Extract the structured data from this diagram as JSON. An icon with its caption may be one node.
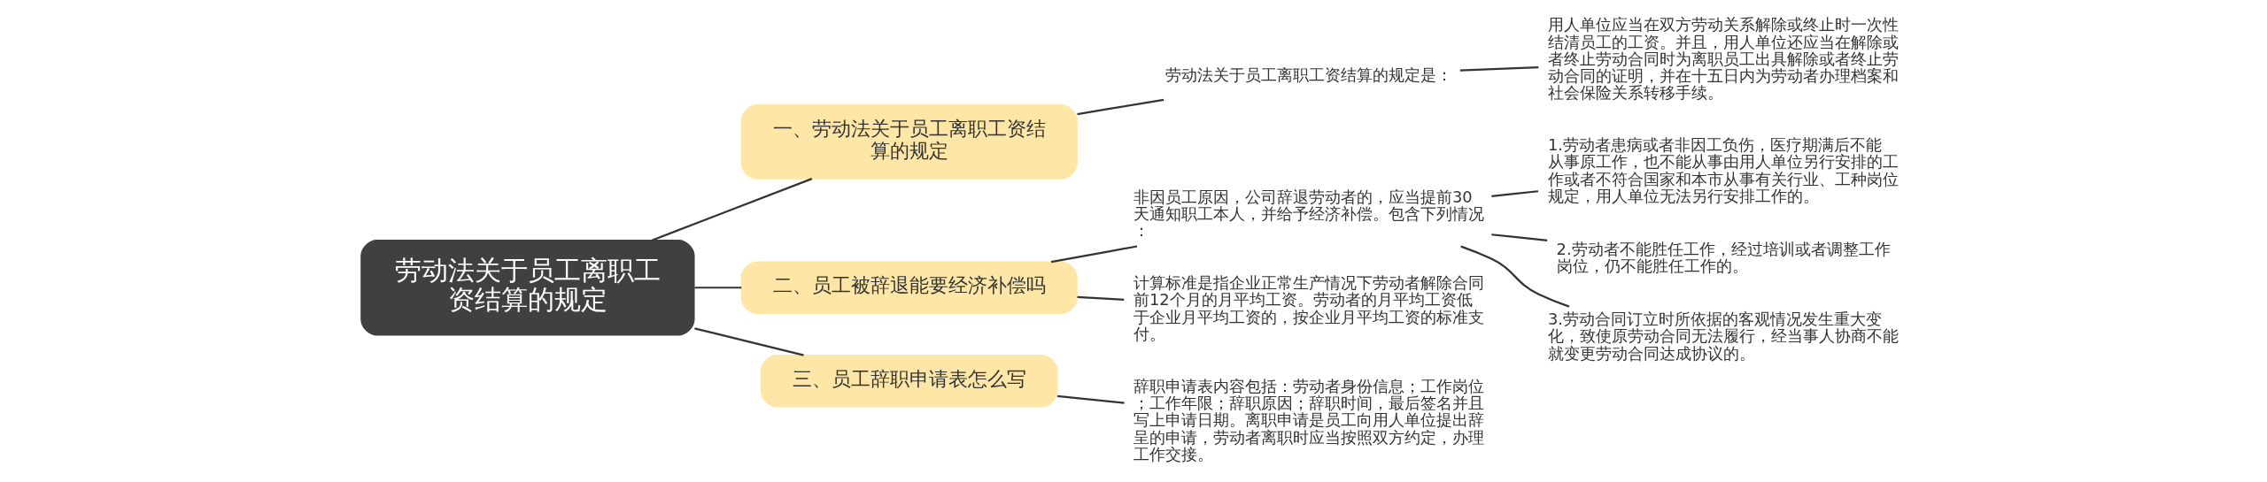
{
  "diagram": {
    "nodes": [
      {
        "text": [
          "劳动法关于员工离职工资结算的规定"
        ]
      },
      {
        "text": [
          "一、劳动法关于员工离职工资结算的规定"
        ]
      },
      {
        "text": [
          "劳动法关于员工离职工资结算的规定是："
        ]
      },
      {
        "text": [
          "用人单位应当在双方劳动关系解除或终止时一次性结清员工的工资。并且，用人单位还应当在解除或者终止劳动合同时为离职员工出具解除或者终止劳动合同的证明，并在十五日内为劳动者办理档案和社会保险关系转移手续。"
        ]
      },
      {
        "text": [
          "二、员工被辞退能要经济补偿吗"
        ]
      },
      {
        "text": [
          "非因员工原因，公司辞退劳动者的，应当提前30天通知职工本人，并给予经济补偿。包含下列情况："
        ]
      },
      {
        "text": [
          "1.劳动者患病或者非因工负伤，医疗期满后不能从事原工作，也不能从事由用人单位另行安排的工作或者不符合国家和本市从事有关行业、工种岗位规定，用人单位无法另行安排工作的。"
        ]
      },
      {
        "text": [
          "2.劳动者不能胜任工作，经过培训或者调整工作岗位，仍不能胜任工作的。"
        ]
      },
      {
        "text": [
          "3.劳动合同订立时所依据的客观情况发生重大变化，致使原劳动合同无法履行，经当事人协商不能就变更劳动合同达成协议的。"
        ]
      },
      {
        "text": [
          "计算标准是指企业正常生产情况下劳动者解除合同前12个月的月平均工资。劳动者的月平均工资低于企业月平均工资的，按企业月平均工资的标准支付。"
        ]
      },
      {
        "text": [
          "三、员工辞职申请表怎么写"
        ]
      },
      {
        "text": [
          "辞职申请表内容包括：劳动者身份信息；工作岗位；工作年限；辞职原因；辞职时间，最后签名并且写上申请日期。离职申请是员工向用人单位提出辞呈的申请，劳动者离职时应当按照双方约定，办理工作交接。"
        ]
      }
    ],
    "edges": [
      {
        "from": 0,
        "to": 1,
        "arrow": "none"
      },
      {
        "from": 1,
        "to": 2,
        "arrow": "none"
      },
      {
        "from": 2,
        "to": 3,
        "arrow": "none"
      },
      {
        "from": 0,
        "to": 4,
        "arrow": "none"
      },
      {
        "from": 4,
        "to": 5,
        "arrow": "none"
      },
      {
        "from": 5,
        "to": 6,
        "arrow": "none"
      },
      {
        "from": 5,
        "to": 7,
        "arrow": "none"
      },
      {
        "from": 5,
        "to": 8,
        "arrow": "none"
      },
      {
        "from": 4,
        "to": 9,
        "arrow": "none"
      },
      {
        "from": 0,
        "to": 10,
        "arrow": "none"
      },
      {
        "from": 10,
        "to": 11,
        "arrow": "none"
      }
    ]
  }
}
